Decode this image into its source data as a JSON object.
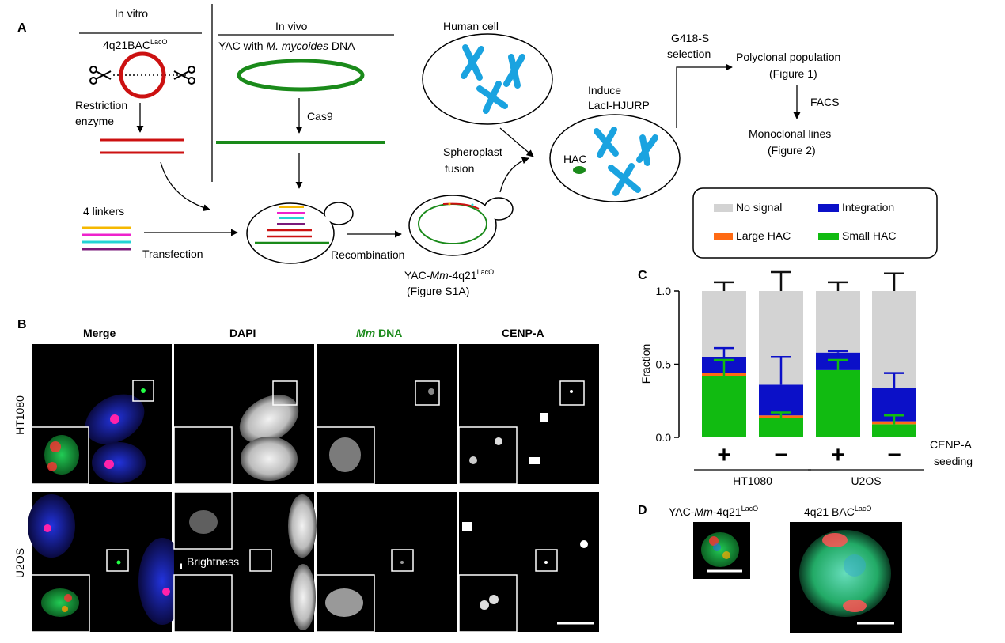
{
  "panels": {
    "a": "A",
    "b": "B",
    "c": "C",
    "d": "D"
  },
  "panel_a": {
    "in_vitro": "In vitro",
    "in_vivo": "In vivo",
    "bac_name": "4q21BAC",
    "bac_sup": "LacO",
    "yac_text_prefix": "YAC with ",
    "yac_text_italic": "M. mycoides",
    "yac_text_suffix": " DNA",
    "restriction_enzyme": [
      "Restriction",
      "enzyme"
    ],
    "cas9": "Cas9",
    "linkers": "4 linkers",
    "transfection": "Transfection",
    "recombination": "Recombination",
    "yac_product_prefix": "YAC-",
    "yac_product_italic": "Mm",
    "yac_product_suffix": "-4q21",
    "yac_product_sup": "LacO",
    "figure_s1a": "(Figure S1A)",
    "human_cell": "Human cell",
    "spheroplast_fusion": [
      "Spheroplast",
      "fusion"
    ],
    "induce": [
      "Induce",
      "LacI-HJURP"
    ],
    "hac": "HAC",
    "g418": [
      "G418-S",
      "selection"
    ],
    "polyclonal": [
      "Polyclonal population",
      "(Figure 1)"
    ],
    "facs": "FACS",
    "monoclonal": [
      "Monoclonal lines",
      "(Figure 2)"
    ],
    "linker_colors": [
      "#f5b800",
      "#ee22cc",
      "#22d4d4",
      "#7a1a7a"
    ],
    "red": "#cc1111",
    "green": "#1a8a1a",
    "blue": "#1aa3e0"
  },
  "panel_b": {
    "headers": {
      "merge": "Merge",
      "dapi": "DAPI",
      "mm_italic": "Mm",
      "mm_rest": " DNA",
      "cenpa": "CENP-A"
    },
    "header_colors": {
      "dapi": "#1a1aa0",
      "mm": "#1a8a1a",
      "cenpa": "#dd1111"
    },
    "rows": [
      "HT1080",
      "U2OS"
    ],
    "brightness": "Brightness"
  },
  "panel_d": {
    "yac_prefix": "YAC-",
    "yac_italic": "Mm",
    "yac_suffix": "-4q21",
    "yac_sup": "LacO",
    "bac": "4q21 BAC",
    "bac_sup": "LacO"
  },
  "chart_data": {
    "type": "bar",
    "stacked": true,
    "ylabel": "Fraction",
    "ylim": [
      0,
      1.0
    ],
    "yticks": [
      "0.0",
      "0.5",
      "1.0"
    ],
    "categories": [
      "+",
      "−",
      "+",
      "−"
    ],
    "x_row_label": [
      "CENP-A",
      "seeding"
    ],
    "groups": [
      {
        "name": "HT1080",
        "categories": [
          0,
          1
        ]
      },
      {
        "name": "U2OS",
        "categories": [
          2,
          3
        ]
      }
    ],
    "legend": {
      "placement": "top",
      "entries": [
        "No signal",
        "Integration",
        "Large HAC",
        "Small HAC"
      ]
    },
    "series": [
      {
        "name": "Small HAC",
        "color": "#11bb11",
        "values": [
          0.42,
          0.13,
          0.46,
          0.09
        ],
        "error": [
          0.11,
          0.04,
          0.07,
          0.06
        ]
      },
      {
        "name": "Large HAC",
        "color": "#ff6a13",
        "values": [
          0.02,
          0.02,
          0.0,
          0.02
        ],
        "error": [
          0.0,
          0.0,
          0.0,
          0.0
        ]
      },
      {
        "name": "Integration",
        "color": "#0b10c8",
        "values": [
          0.11,
          0.21,
          0.12,
          0.23
        ],
        "error": [
          0.06,
          0.19,
          0.01,
          0.1
        ]
      },
      {
        "name": "No signal",
        "color": "#d3d3d3",
        "values": [
          0.45,
          0.64,
          0.42,
          0.66
        ],
        "error": [
          0.06,
          0.13,
          0.06,
          0.12
        ]
      }
    ]
  }
}
